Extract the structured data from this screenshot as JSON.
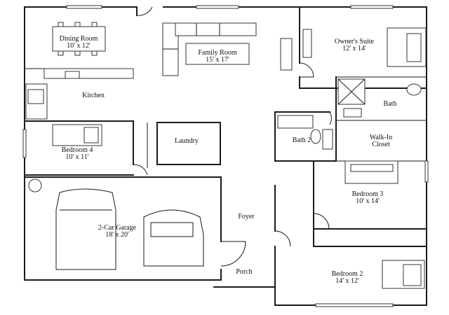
{
  "rooms": {
    "dining": {
      "name": "Dining Room",
      "size": "10' x 12'"
    },
    "family": {
      "name": "Family Room",
      "size": "15' x 17'"
    },
    "owners": {
      "name": "Owner's Suite",
      "size": "12' x 14'"
    },
    "kitchen": {
      "name": "Kitchen"
    },
    "bath": {
      "name": "Bath"
    },
    "bedroom4": {
      "name": "Bedroom 4",
      "size": "10' x 11'"
    },
    "laundry": {
      "name": "Laundry"
    },
    "bath2": {
      "name": "Bath 2"
    },
    "walkin": {
      "name": "Walk-In",
      "name2": "Closet"
    },
    "bedroom3": {
      "name": "Bedroom 3",
      "size": "10' x 14'"
    },
    "garage": {
      "name": "2-Car Garage",
      "size": "18' x 20'"
    },
    "foyer": {
      "name": "Foyer"
    },
    "porch": {
      "name": "Porch"
    },
    "bedroom2": {
      "name": "Bedroom 2",
      "size": "14' x 12'"
    }
  }
}
